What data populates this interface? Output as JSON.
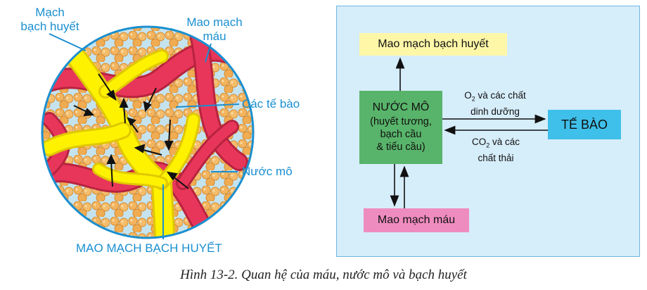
{
  "left_figure": {
    "label_lymph_vessel": [
      "Mạch",
      "bạch huyết"
    ],
    "label_blood_capillary": [
      "Mao mạch",
      "máu"
    ],
    "label_cells": "Các tế bào",
    "label_tissue_fluid": "Nước mô",
    "label_lymph_capillary": "MAO MẠCH BẠCH HUYẾT"
  },
  "right_figure": {
    "box_lymph_capillary": "Mao mạch bạch huyết",
    "box_tissue_fluid": {
      "title": "NƯỚC MÔ",
      "lines": [
        "(huyết tương,",
        "bạch cầu",
        "& tiểu cầu)"
      ]
    },
    "box_cell": "TẾ BÀO",
    "box_blood_capillary": "Mao mạch máu",
    "arrow_top": {
      "gas": "O",
      "sub": "2",
      "rest": " và các chất",
      "line2": "dinh dưỡng"
    },
    "arrow_bottom": {
      "gas": "CO",
      "sub": "2",
      "rest": " và các",
      "line2": "chất thải"
    }
  },
  "caption": "Hình 13-2. Quan hệ của máu, nước mô và bạch huyết",
  "colors": {
    "label_blue": "#1a8fd0",
    "lymph_yellow": "#fff200",
    "blood_red": "#e8365a",
    "cell_orange": "#f2b45f",
    "panel_bg": "#d6edfa",
    "box_yellow": "#fff7a8",
    "box_green": "#58b46a",
    "box_cyan": "#3fc0ea",
    "box_pink": "#ef8cbf"
  }
}
